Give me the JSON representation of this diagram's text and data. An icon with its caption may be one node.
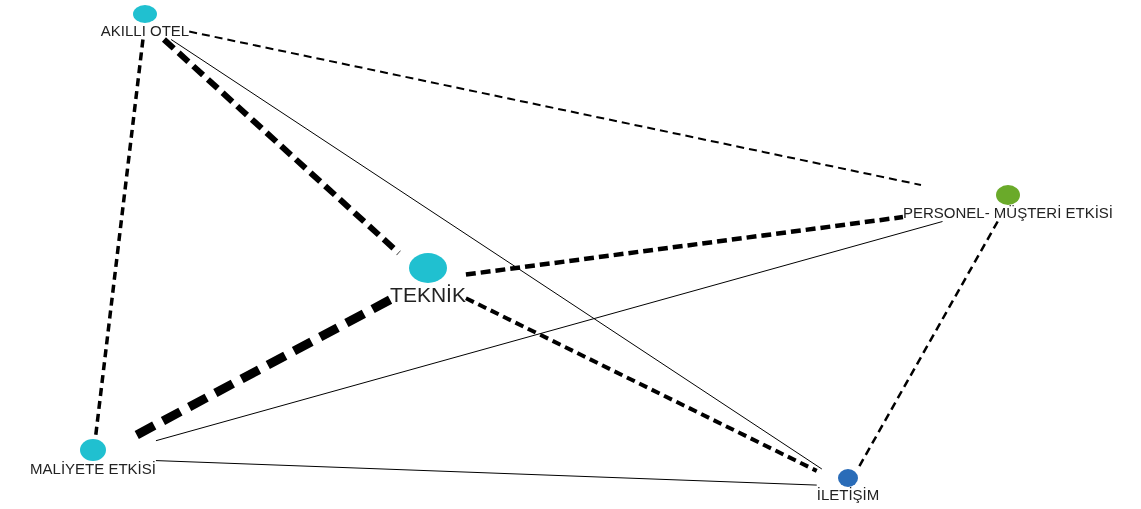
{
  "diagram": {
    "nodes": [
      {
        "text": [
          "AKILLI OTEL"
        ]
      },
      {
        "text": [
          "TEKNİK"
        ]
      },
      {
        "text": [
          "PERSONEL- MÜŞTERİ ETKİSİ"
        ]
      },
      {
        "text": [
          "MALİYETE ETKİSİ"
        ]
      },
      {
        "text": [
          "İLETİŞİM"
        ]
      }
    ],
    "edges": [
      {
        "from": 0,
        "to": 2,
        "arrow": "none",
        "style": "dashed"
      },
      {
        "from": 0,
        "to": 1,
        "arrow": "none",
        "style": "dashed"
      },
      {
        "from": 0,
        "to": 3,
        "arrow": "none",
        "style": "dashed"
      },
      {
        "from": 0,
        "to": 4,
        "arrow": "none"
      },
      {
        "from": 1,
        "to": 2,
        "arrow": "none",
        "style": "dashed"
      },
      {
        "from": 1,
        "to": 3,
        "arrow": "none",
        "style": "dashed"
      },
      {
        "from": 1,
        "to": 4,
        "arrow": "none",
        "style": "dashed"
      },
      {
        "from": 3,
        "to": 2,
        "arrow": "none"
      },
      {
        "from": 3,
        "to": 4,
        "arrow": "none"
      },
      {
        "from": 2,
        "to": 4,
        "arrow": "none",
        "style": "dashed"
      }
    ]
  }
}
